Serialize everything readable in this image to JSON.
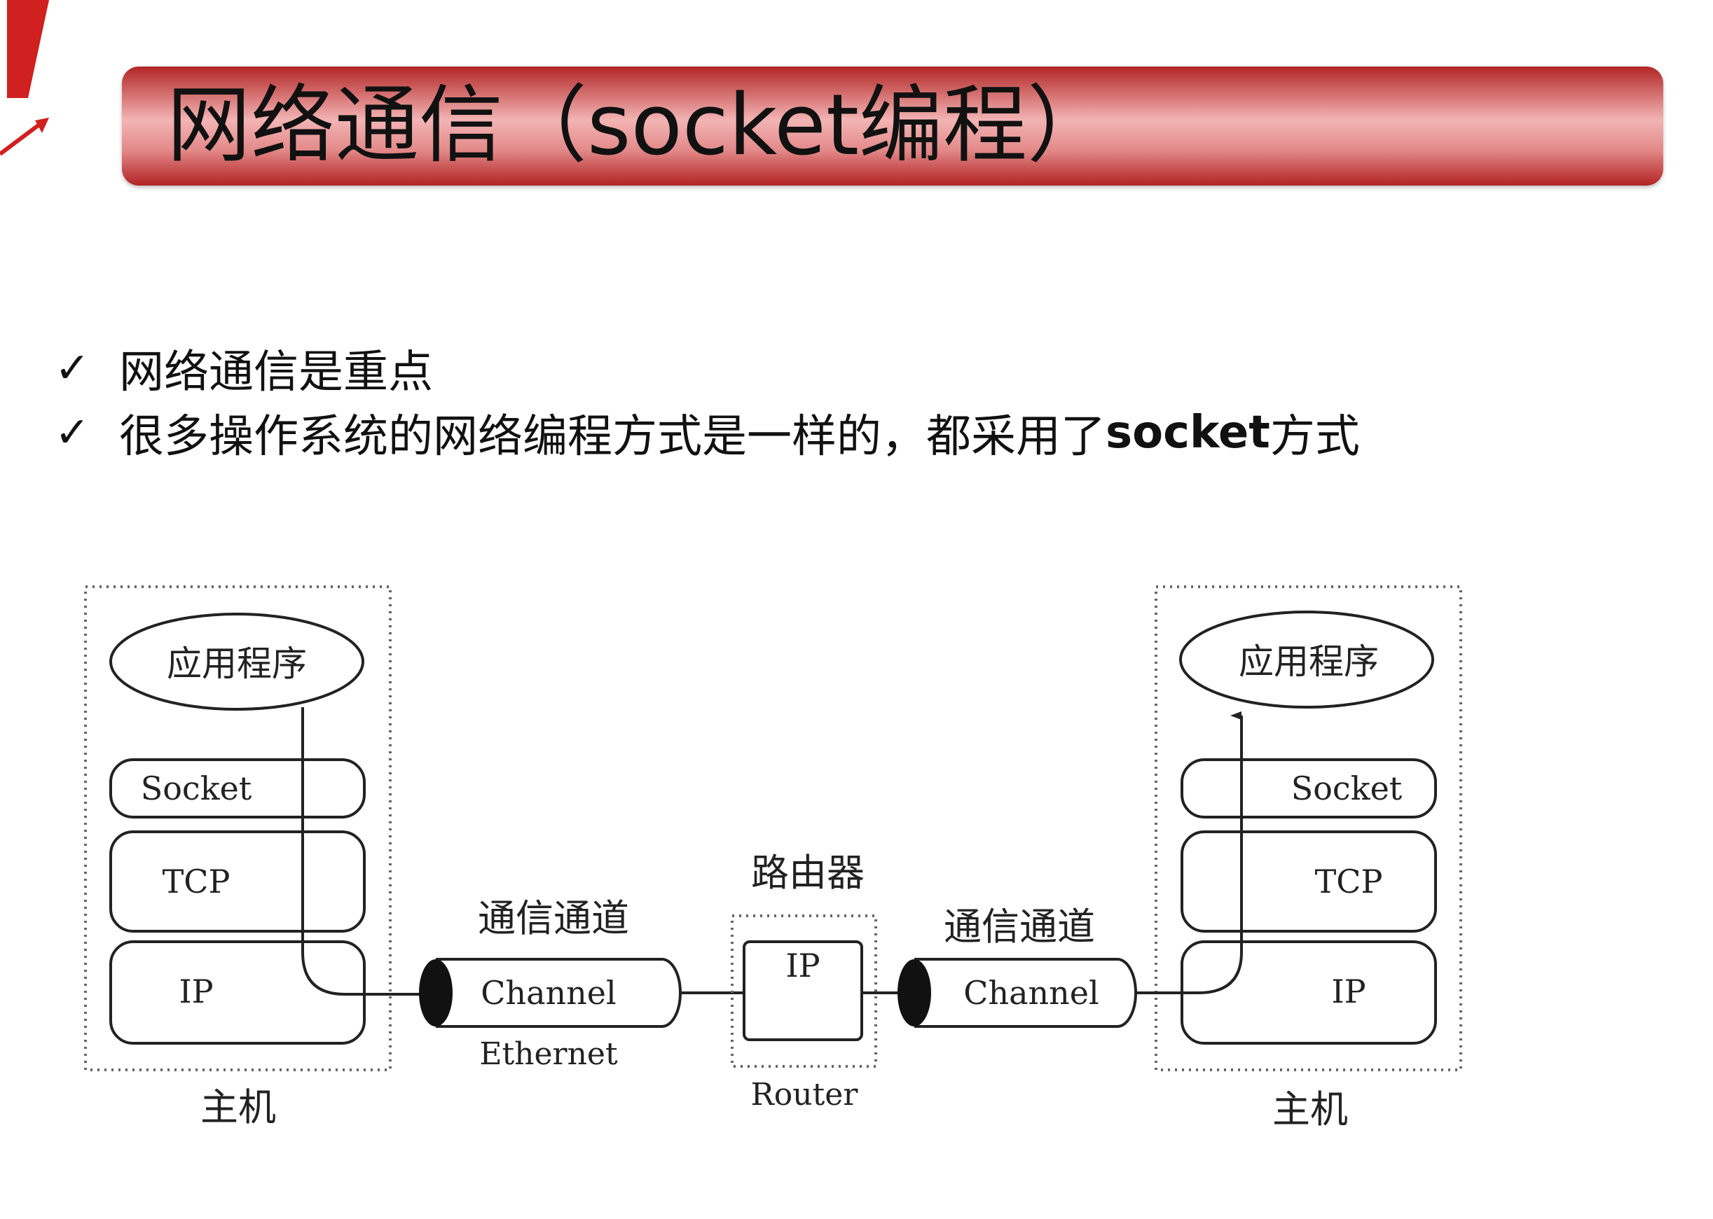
{
  "slide": {
    "title": "网络通信（socket编程）",
    "bullets": [
      {
        "text": "网络通信是重点"
      },
      {
        "text_before": "很多操作系统的网络编程方式是一样的，都采用了",
        "keyword": "socket",
        "text_after": "方式"
      }
    ],
    "check_glyph": "✓"
  },
  "diagram": {
    "left_host": {
      "app": "应用程序",
      "socket": "Socket",
      "tcp": "TCP",
      "ip": "IP",
      "label": "主机"
    },
    "channel_left": {
      "caption": "通信通道",
      "label": "Channel",
      "sublabel": "Ethernet"
    },
    "router": {
      "caption": "路由器",
      "ip": "IP",
      "label": "Router"
    },
    "channel_right": {
      "caption": "通信通道",
      "label": "Channel"
    },
    "right_host": {
      "app": "应用程序",
      "socket": "Socket",
      "tcp": "TCP",
      "ip": "IP",
      "label": "主机"
    }
  },
  "colors": {
    "title_bar": "#c0392b",
    "line": "#222222"
  }
}
